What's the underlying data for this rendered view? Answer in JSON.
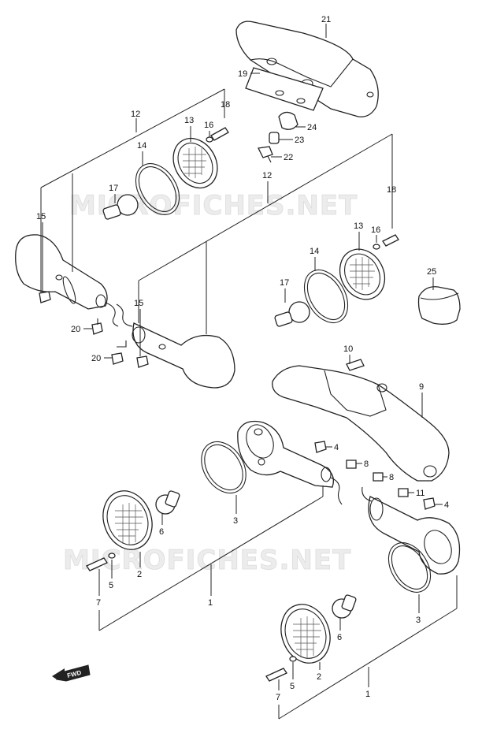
{
  "watermark": {
    "text_upper": "MICROFICHES.NET",
    "text_lower": "MICROFICHES.NET"
  },
  "direction_badge": {
    "label": "FWD"
  },
  "callouts": [
    {
      "id": "c21",
      "text": "21"
    },
    {
      "id": "c19",
      "text": "19"
    },
    {
      "id": "c12a",
      "text": "12"
    },
    {
      "id": "c18a",
      "text": "18"
    },
    {
      "id": "c13a",
      "text": "13"
    },
    {
      "id": "c16a",
      "text": "16"
    },
    {
      "id": "c24",
      "text": "24"
    },
    {
      "id": "c23",
      "text": "23"
    },
    {
      "id": "c22",
      "text": "22"
    },
    {
      "id": "c14a",
      "text": "14"
    },
    {
      "id": "c17a",
      "text": "17"
    },
    {
      "id": "c12b",
      "text": "12"
    },
    {
      "id": "c18b",
      "text": "18"
    },
    {
      "id": "c15a",
      "text": "15"
    },
    {
      "id": "c13b",
      "text": "13"
    },
    {
      "id": "c16b",
      "text": "16"
    },
    {
      "id": "c14b",
      "text": "14"
    },
    {
      "id": "c25",
      "text": "25"
    },
    {
      "id": "c17b",
      "text": "17"
    },
    {
      "id": "c15b",
      "text": "15"
    },
    {
      "id": "c20a",
      "text": "20"
    },
    {
      "id": "c20b",
      "text": "20"
    },
    {
      "id": "c10",
      "text": "10"
    },
    {
      "id": "c9",
      "text": "9"
    },
    {
      "id": "c4a",
      "text": "4"
    },
    {
      "id": "c8a",
      "text": "8"
    },
    {
      "id": "c8b",
      "text": "8"
    },
    {
      "id": "c11",
      "text": "11"
    },
    {
      "id": "c4b",
      "text": "4"
    },
    {
      "id": "c3a",
      "text": "3"
    },
    {
      "id": "c6a",
      "text": "6"
    },
    {
      "id": "c2a",
      "text": "2"
    },
    {
      "id": "c5a",
      "text": "5"
    },
    {
      "id": "c7a",
      "text": "7"
    },
    {
      "id": "c1a",
      "text": "1"
    },
    {
      "id": "c3b",
      "text": "3"
    },
    {
      "id": "c6b",
      "text": "6"
    },
    {
      "id": "c2b",
      "text": "2"
    },
    {
      "id": "c5b",
      "text": "5"
    },
    {
      "id": "c7b",
      "text": "7"
    },
    {
      "id": "c1b",
      "text": "1"
    }
  ]
}
